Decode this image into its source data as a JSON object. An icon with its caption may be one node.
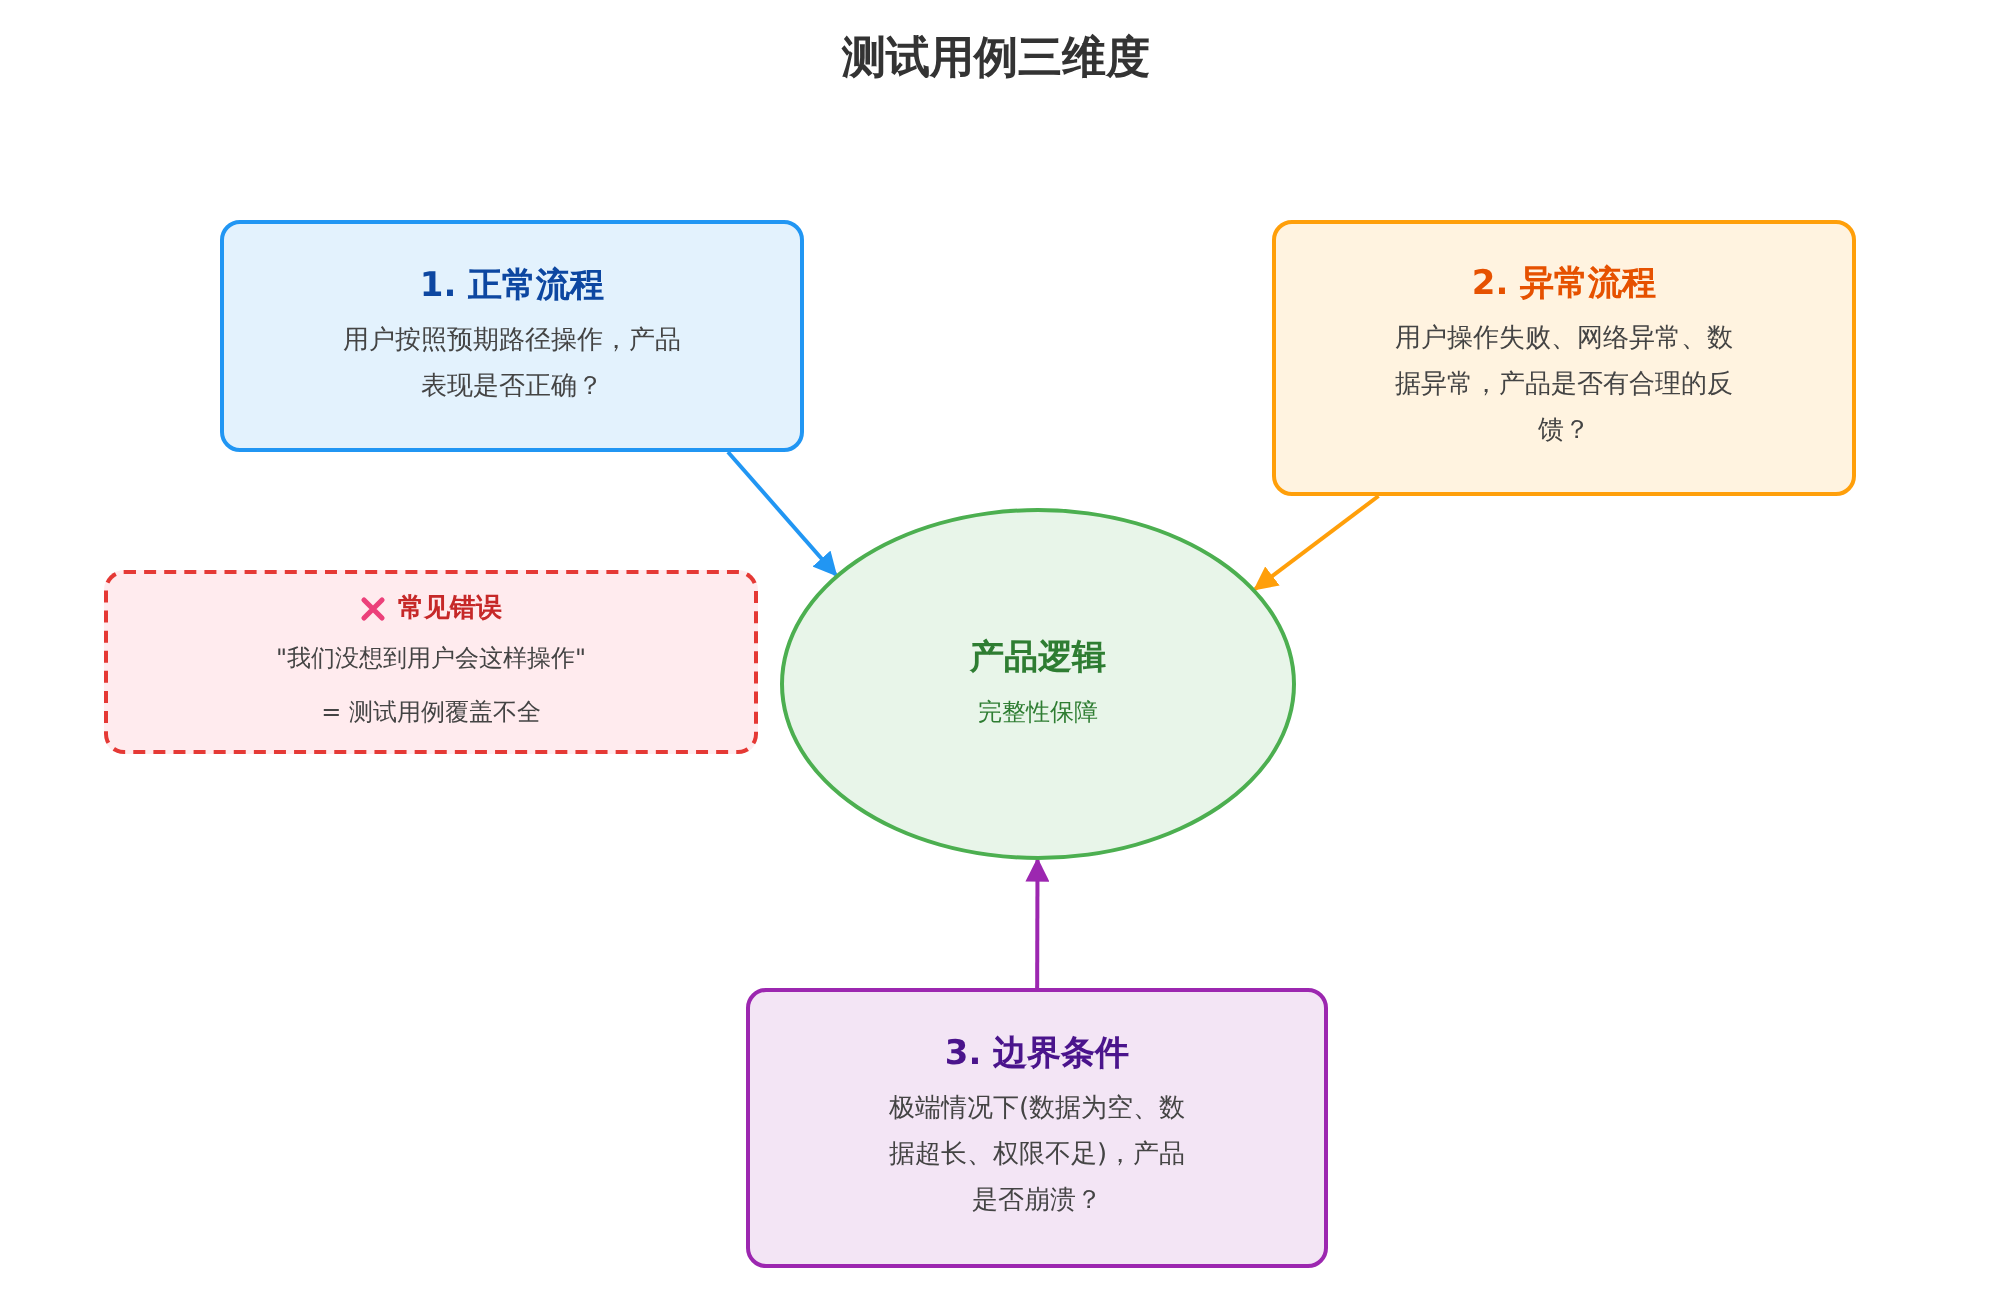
{
  "diagram": {
    "title": "测试用例三维度",
    "nodes": [
      {
        "text": [
          "1. 正常流程",
          "用户按照预期路径操作，产品表现是否正确？"
        ]
      },
      {
        "text": [
          "2. 异常流程",
          "用户操作失败、网络异常、数据异常，产品是否有合理的反馈？"
        ]
      },
      {
        "text": [
          "常见错误",
          "\"我们没想到用户会这样操作\"",
          "= 测试用例覆盖不全"
        ]
      },
      {
        "text": [
          "产品逻辑",
          "完整性保障"
        ]
      },
      {
        "text": [
          "3. 边界条件",
          "极端情况下(数据为空、数据超长、权限不足)，产品是否崩溃？"
        ]
      }
    ],
    "edges": [
      {
        "from": 0,
        "to": 3,
        "arrow": "to",
        "color": "#2196f3"
      },
      {
        "from": 1,
        "to": 3,
        "arrow": "to",
        "color": "#ff9f0a"
      },
      {
        "from": 4,
        "to": 3,
        "arrow": "to",
        "color": "#9c27b0"
      }
    ]
  }
}
